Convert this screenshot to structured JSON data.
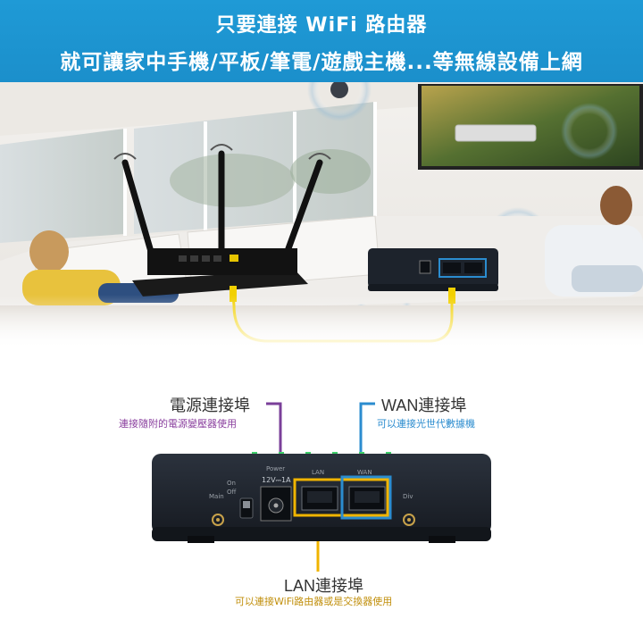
{
  "banner": {
    "line1": "只要連接 WiFi 路由器",
    "line2": "就可讓家中手機/平板/筆電/遊戲主機...等無線設備上網"
  },
  "callouts": {
    "power": {
      "title": "電源連接埠",
      "desc": "連接隨附的電源變壓器使用",
      "color": "#7a3f99"
    },
    "wan": {
      "title": "WAN連接埠",
      "desc": "可以連接光世代數據機",
      "color": "#2b8ccf"
    },
    "lan": {
      "title": "LAN連接埠",
      "desc": "可以連接WiFi路由器或是交換器使用",
      "color": "#f0b400"
    }
  },
  "device": {
    "switch_on": "On",
    "switch_off": "Off",
    "main_label": "Main",
    "div_label": "Div",
    "power_label": "Power",
    "power_rating": "12V⎓1A",
    "lan_label": "LAN",
    "wan_label": "WAN"
  },
  "colors": {
    "banner": "#1d95d1",
    "cable": "#f2d000",
    "device_body": "#1d232c"
  }
}
